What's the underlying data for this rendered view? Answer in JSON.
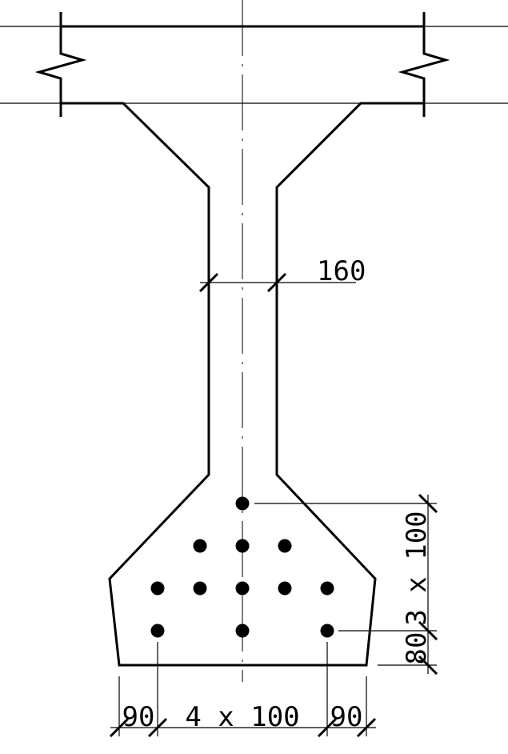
{
  "diagram": {
    "dimensions": {
      "web_width": "160",
      "vertical_spacing": "3 x 100",
      "bottom_cover": "80",
      "left_edge": "90",
      "horizontal_spacing": "4 x 100",
      "right_edge": "90"
    },
    "colors": {
      "line": "#000000",
      "background": "#ffffff"
    },
    "reinforcement": {
      "bar_rows": [
        1,
        3,
        5,
        3
      ]
    }
  }
}
